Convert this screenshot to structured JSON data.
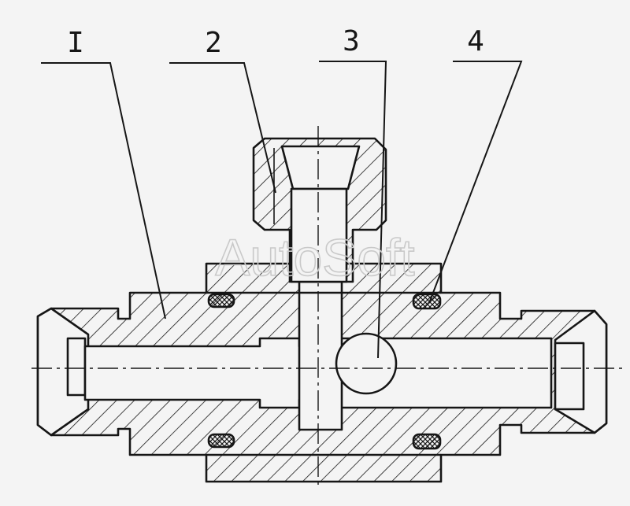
{
  "diagram": {
    "type": "mechanical-section-drawing",
    "callouts": [
      {
        "id": "c1",
        "label": "I"
      },
      {
        "id": "c2",
        "label": "2"
      },
      {
        "id": "c3",
        "label": "3"
      },
      {
        "id": "c4",
        "label": "4"
      }
    ],
    "watermark": "AutoSoft",
    "colors": {
      "background": "#f4f4f4",
      "line": "#161616",
      "watermark": "#c9c9c9"
    }
  }
}
